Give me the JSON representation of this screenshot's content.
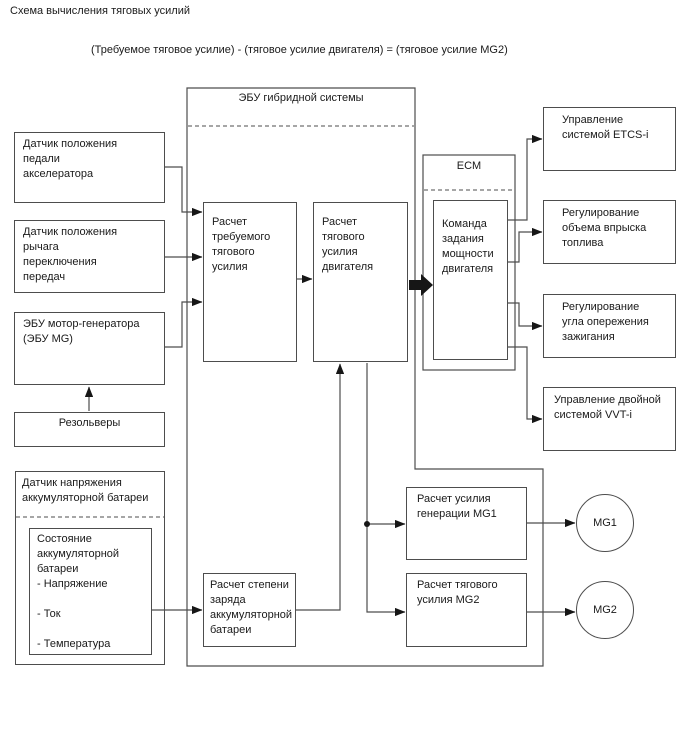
{
  "title": "Схема вычисления тяговых усилий",
  "formula": "(Требуемое тяговое усилие) - (тяговое усилие двигателя) = (тяговое усилие MG2)",
  "hybrid_ecu": {
    "label": "ЭБУ гибридной системы"
  },
  "ecm": {
    "label": "ECM",
    "power_command": [
      "Команда",
      "задания",
      "мощности",
      "двигателя"
    ]
  },
  "sensors": {
    "accel_pedal": [
      "Датчик положения",
      "педали",
      "акселератора"
    ],
    "shift_lever": [
      "Датчик положения",
      "рычага",
      "переключения",
      "передач"
    ],
    "mg_ecu": [
      "ЭБУ мотор-генератора",
      "(ЭБУ MG)"
    ],
    "resolvers": "Резольверы",
    "battery_sensor": [
      "Датчик напряжения",
      "аккумуляторной батареи"
    ],
    "battery_state": [
      "Состояние",
      "аккумуляторной",
      "батареи",
      "- Напряжение",
      "",
      "- Ток",
      "",
      "- Температура"
    ]
  },
  "calculations": {
    "required_force": [
      "Расчет",
      "требуемого",
      "тягового усилия"
    ],
    "engine_force": [
      "Расчет тягового",
      "усилия",
      "двигателя"
    ],
    "soc": [
      "Расчет степени",
      "заряда",
      "аккумуляторной",
      "батареи"
    ],
    "mg1_generation": [
      "Расчет усилия",
      "генерации MG1"
    ],
    "mg2_traction": [
      "Расчет тягового",
      "усилия MG2"
    ]
  },
  "outputs": {
    "etcs": [
      "Управление",
      "системой ETCS-i"
    ],
    "fuel_injection": [
      "Регулирование",
      "объема впрыска",
      "топлива"
    ],
    "ignition_timing": [
      "Регулирование",
      "угла опережения",
      "зажигания"
    ],
    "vvt": [
      "Управление двойной",
      "системой VVT-i"
    ],
    "mg1": "MG1",
    "mg2": "MG2"
  },
  "colors": {
    "line": "#4d4d4d",
    "text": "#1a1a1a",
    "background": "#ffffff",
    "thick_arrow": "#161616"
  }
}
